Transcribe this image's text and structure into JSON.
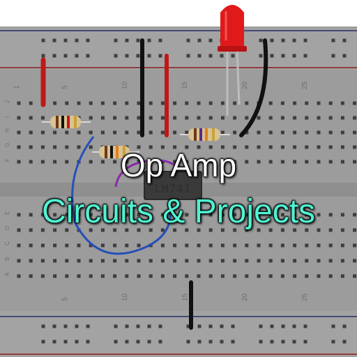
{
  "title": {
    "line1": "Op Amp",
    "line2": "Circuits & Projects"
  },
  "chip": {
    "label": "LM741"
  },
  "breadboard": {
    "column_numbers_top": [
      "1",
      "5",
      "10",
      "15",
      "20",
      "25"
    ],
    "column_numbers_bottom": [
      "5",
      "10",
      "15",
      "20",
      "25"
    ],
    "row_letters_top": [
      "J",
      "I",
      "H",
      "G",
      "F"
    ],
    "row_letters_bottom": [
      "E",
      "D",
      "C",
      "B",
      "A"
    ]
  },
  "colors": {
    "board": "#9c9c9c",
    "title_primary": "#ffffff",
    "title_accent": "#4ff3d2",
    "rail_red": "#8a1c1c",
    "rail_blue": "#2a2e6a",
    "wire_red": "#c01818",
    "wire_black": "#111111",
    "wire_blue": "#2450b8",
    "wire_purple": "#8a2aa8",
    "led": "#e01a1a"
  }
}
